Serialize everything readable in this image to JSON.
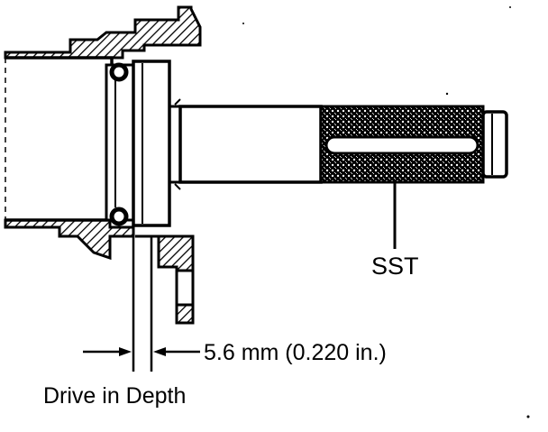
{
  "labels": {
    "tool": "SST",
    "dimension": "5.6 mm (0.220 in.)",
    "caption": "Drive in Depth"
  },
  "colors": {
    "ink": "#000000",
    "paper": "#ffffff"
  }
}
